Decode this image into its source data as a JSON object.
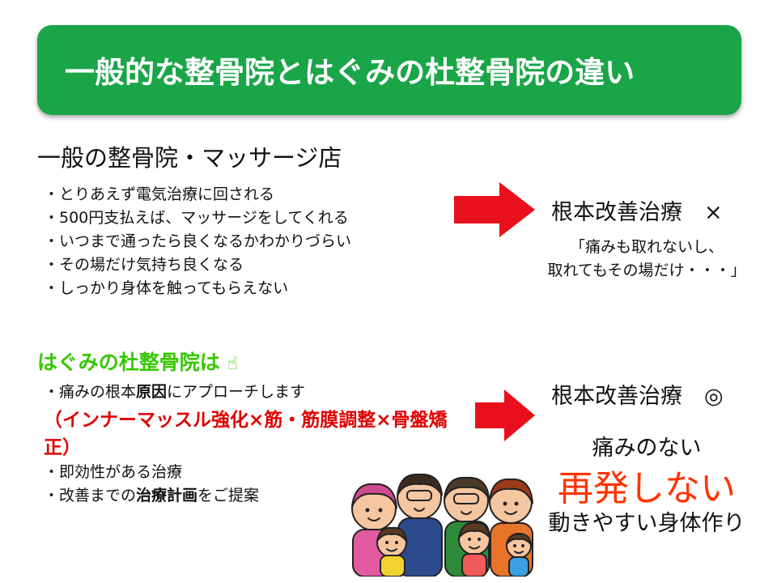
{
  "banner": {
    "title": "一般的な整骨院とはぐみの杜整骨院の違い",
    "color": "#1aa548"
  },
  "section_general": {
    "heading": "一般の整骨院・マッサージ店",
    "items": [
      "・とりあえず電気治療に回される",
      "・500円支払えば、マッサージをしてくれる",
      "・いつまで通ったら良くなるかわかりづらい",
      "・その場だけ気持ち良くなる",
      "・しっかり身体を触ってもらえない"
    ],
    "result": "根本改善治療　×",
    "quote_line1": "「痛みも取れないし、",
    "quote_line2": "取れてもその場だけ・・・」"
  },
  "section_hagumi": {
    "heading": "はぐみの杜整骨院は",
    "heading_color": "#36c800",
    "item1_pre": "・痛みの根本",
    "item1_bold1": "原因",
    "item1_post": "にアプローチします",
    "red_note": "（インナーマッスル強化×筋・筋膜調整×骨盤矯正）",
    "item2": "・即効性がある治療",
    "item3_pre": "・改善までの",
    "item3_bold": "治療計画",
    "item3_post": "をご提案",
    "result": "根本改善治療　◎",
    "benefit1": "痛みのない",
    "benefit2": "再発しない",
    "benefit3": "動きやすい身体作り",
    "benefit2_color": "#ff3300"
  },
  "colors": {
    "arrow": "#e8101c",
    "red_text": "#e00000"
  },
  "icons": {
    "hand": "pointing-hand-icon",
    "arrow": "right-arrow-icon"
  }
}
